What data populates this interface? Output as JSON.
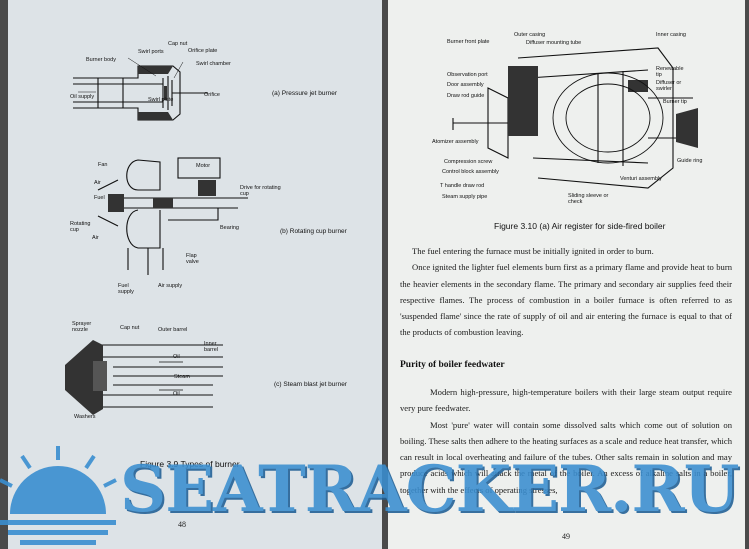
{
  "left_page": {
    "fig_a": {
      "labels": {
        "burner_body": "Burner body",
        "swirl_ports": "Swirl ports",
        "cap_nut": "Cap nut",
        "orifice_plate": "Orifice plate",
        "swirl_chamber": "Swirl chamber",
        "oil_supply": "Oil supply",
        "swirl_plate": "Swirl plate",
        "orifice": "Orifice"
      },
      "caption": "(a) Pressure jet burner"
    },
    "fig_b": {
      "labels": {
        "fan": "Fan",
        "motor": "Motor",
        "air_top": "Air",
        "fuel": "Fuel",
        "drive": "Drive for rotating cup",
        "rotating_cup": "Rotating cup",
        "air_bottom": "Air",
        "bearing": "Bearing",
        "flap_valve": "Flap valve",
        "fuel_supply": "Fuel supply",
        "air_supply": "Air supply"
      },
      "caption": "(b) Rotating cup burner"
    },
    "fig_c": {
      "labels": {
        "sprayer_nozzle": "Sprayer nozzle",
        "cap_nut": "Cap nut",
        "outer_barrel": "Outer barrel",
        "inner_barrel": "Inner barrel",
        "oil_top": "Oil",
        "steam": "Steam",
        "oil_bottom": "Oil",
        "washers": "Washers"
      },
      "caption": "(c) Steam blast jet burner"
    },
    "figure_caption": "Figure 3.9 Types of burner",
    "page_number": "48"
  },
  "right_page": {
    "fig_310": {
      "labels": {
        "outer_casing": "Outer casing",
        "burner_front_plate": "Burner front plate",
        "diffuser_mounting_tube": "Diffuser mounting tube",
        "inner_casing": "Inner casing",
        "observation_port": "Observation port",
        "door_assembly": "Door assembly",
        "draw_rod_guide": "Draw rod guide",
        "renewable_tip": "Renewable tip",
        "diffuser_or_swirler": "Diffuser or swirler",
        "burner_tip": "Burner tip",
        "atomizer_assembly": "Atomizer assembly",
        "compression_screw": "Compression screw",
        "control_block_assembly": "Control block assembly",
        "t_handle_draw_rod": "T handle draw rod",
        "steam_supply_pipe": "Steam supply pipe",
        "guide_ring": "Guide ring",
        "venturi_assembly": "Venturi assembly",
        "sliding_sleeve": "Sliding sleeve or check"
      }
    },
    "figure_caption": "Figure 3.10 (a) Air register for side-fired boiler",
    "paragraphs": [
      "The fuel entering the furnace must be initially ignited in order to burn.",
      "Once ignited the lighter fuel elements burn first as a primary flame and provide heat to burn the heavier elements in the secondary flame. The primary and secondary air supplies feed their respective flames. The process of combustion in a boiler furnace is often referred to as 'suspended flame' since the rate of supply of oil and air entering the furnace is equal to that of the products of combustion leaving."
    ],
    "section_heading": "Purity of boiler feedwater",
    "paragraphs2": [
      "Modern high-pressure, high-temperature boilers with their large steam output require very pure feedwater.",
      "Most 'pure' water will contain some dissolved salts which come out of solution on boiling. These salts then adhere to the heating surfaces as a scale and reduce heat transfer, which can result in local overheating and failure of the tubes. Other salts remain in solution and may produce acids which will attack the metal of the boiler. An excess of alkaline salts in a boiler, together with the effects of operating stresses,"
    ],
    "page_number": "49"
  },
  "watermark": {
    "text": "SEATRACKER.RU",
    "color": "#3a8ed0"
  }
}
